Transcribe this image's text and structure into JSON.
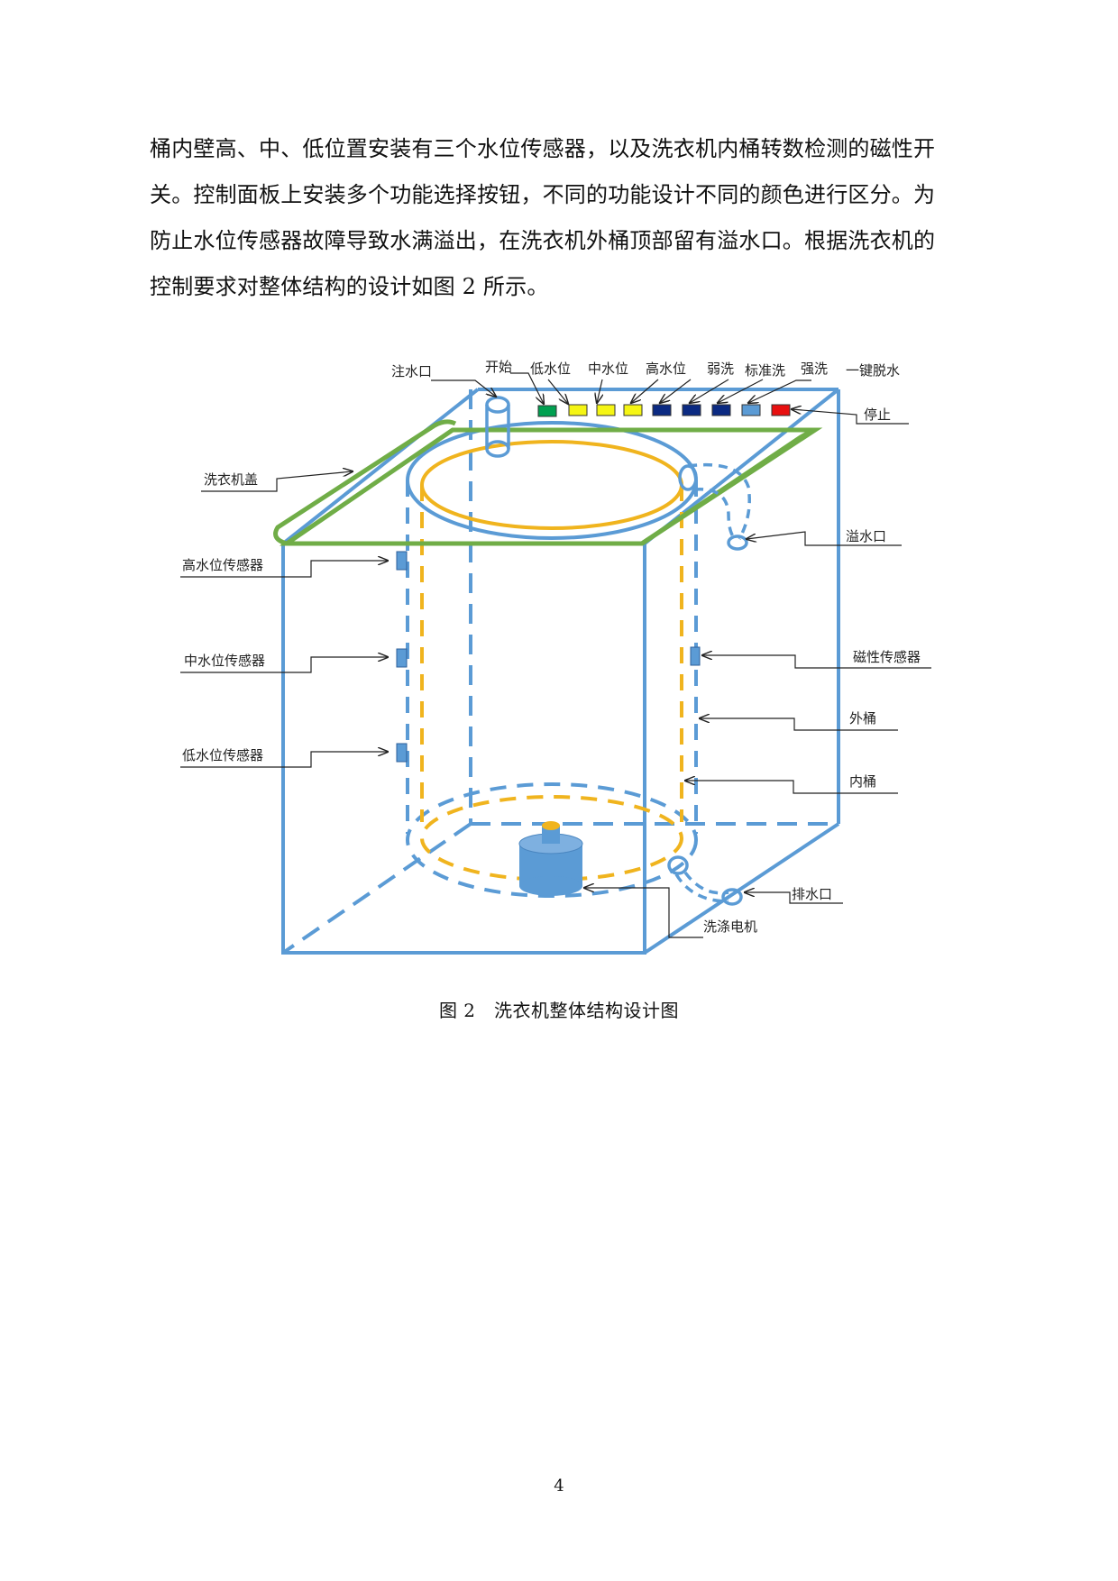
{
  "paragraph": {
    "lines": [
      "桶内壁高、中、低位置安装有三个水位传感器，以及洗衣机内桶转数检测的磁性开",
      "关。控制面板上安装多个功能选择按钮，不同的功能设计不同的颜色进行区分。为",
      "防止水位传感器故障导致水满溢出，在洗衣机外桶顶部留有溢水口。根据洗衣机的",
      "控制要求对整体结构的设计如图 2 所示。"
    ]
  },
  "figure": {
    "labels": {
      "water_inlet": "注水口",
      "start": "开始",
      "low_level": "低水位",
      "mid_level": "中水位",
      "high_level": "高水位",
      "weak_wash": "弱洗",
      "standard_wash": "标准洗",
      "strong_wash": "强洗",
      "spin_dry": "一键脱水",
      "stop": "停止",
      "lid": "洗衣机盖",
      "overflow": "溢水口",
      "high_sensor": "高水位传感器",
      "mid_sensor": "中水位传感器",
      "low_sensor": "低水位传感器",
      "magnetic_sensor": "磁性传感器",
      "outer_tub": "外桶",
      "inner_tub": "内桶",
      "drain": "排水口",
      "motor": "洗涤电机"
    },
    "button_colors": {
      "start": "#00a050",
      "level": "#f5f514",
      "wash": "#0b2a82",
      "spin": "#5b9bd5",
      "stop": "#e81010"
    },
    "line_colors": {
      "outer": "#5b9bd5",
      "inner": "#f0b41e",
      "lid": "#70ad47"
    }
  },
  "caption": "图 2　洗衣机整体结构设计图",
  "page_number": "4"
}
